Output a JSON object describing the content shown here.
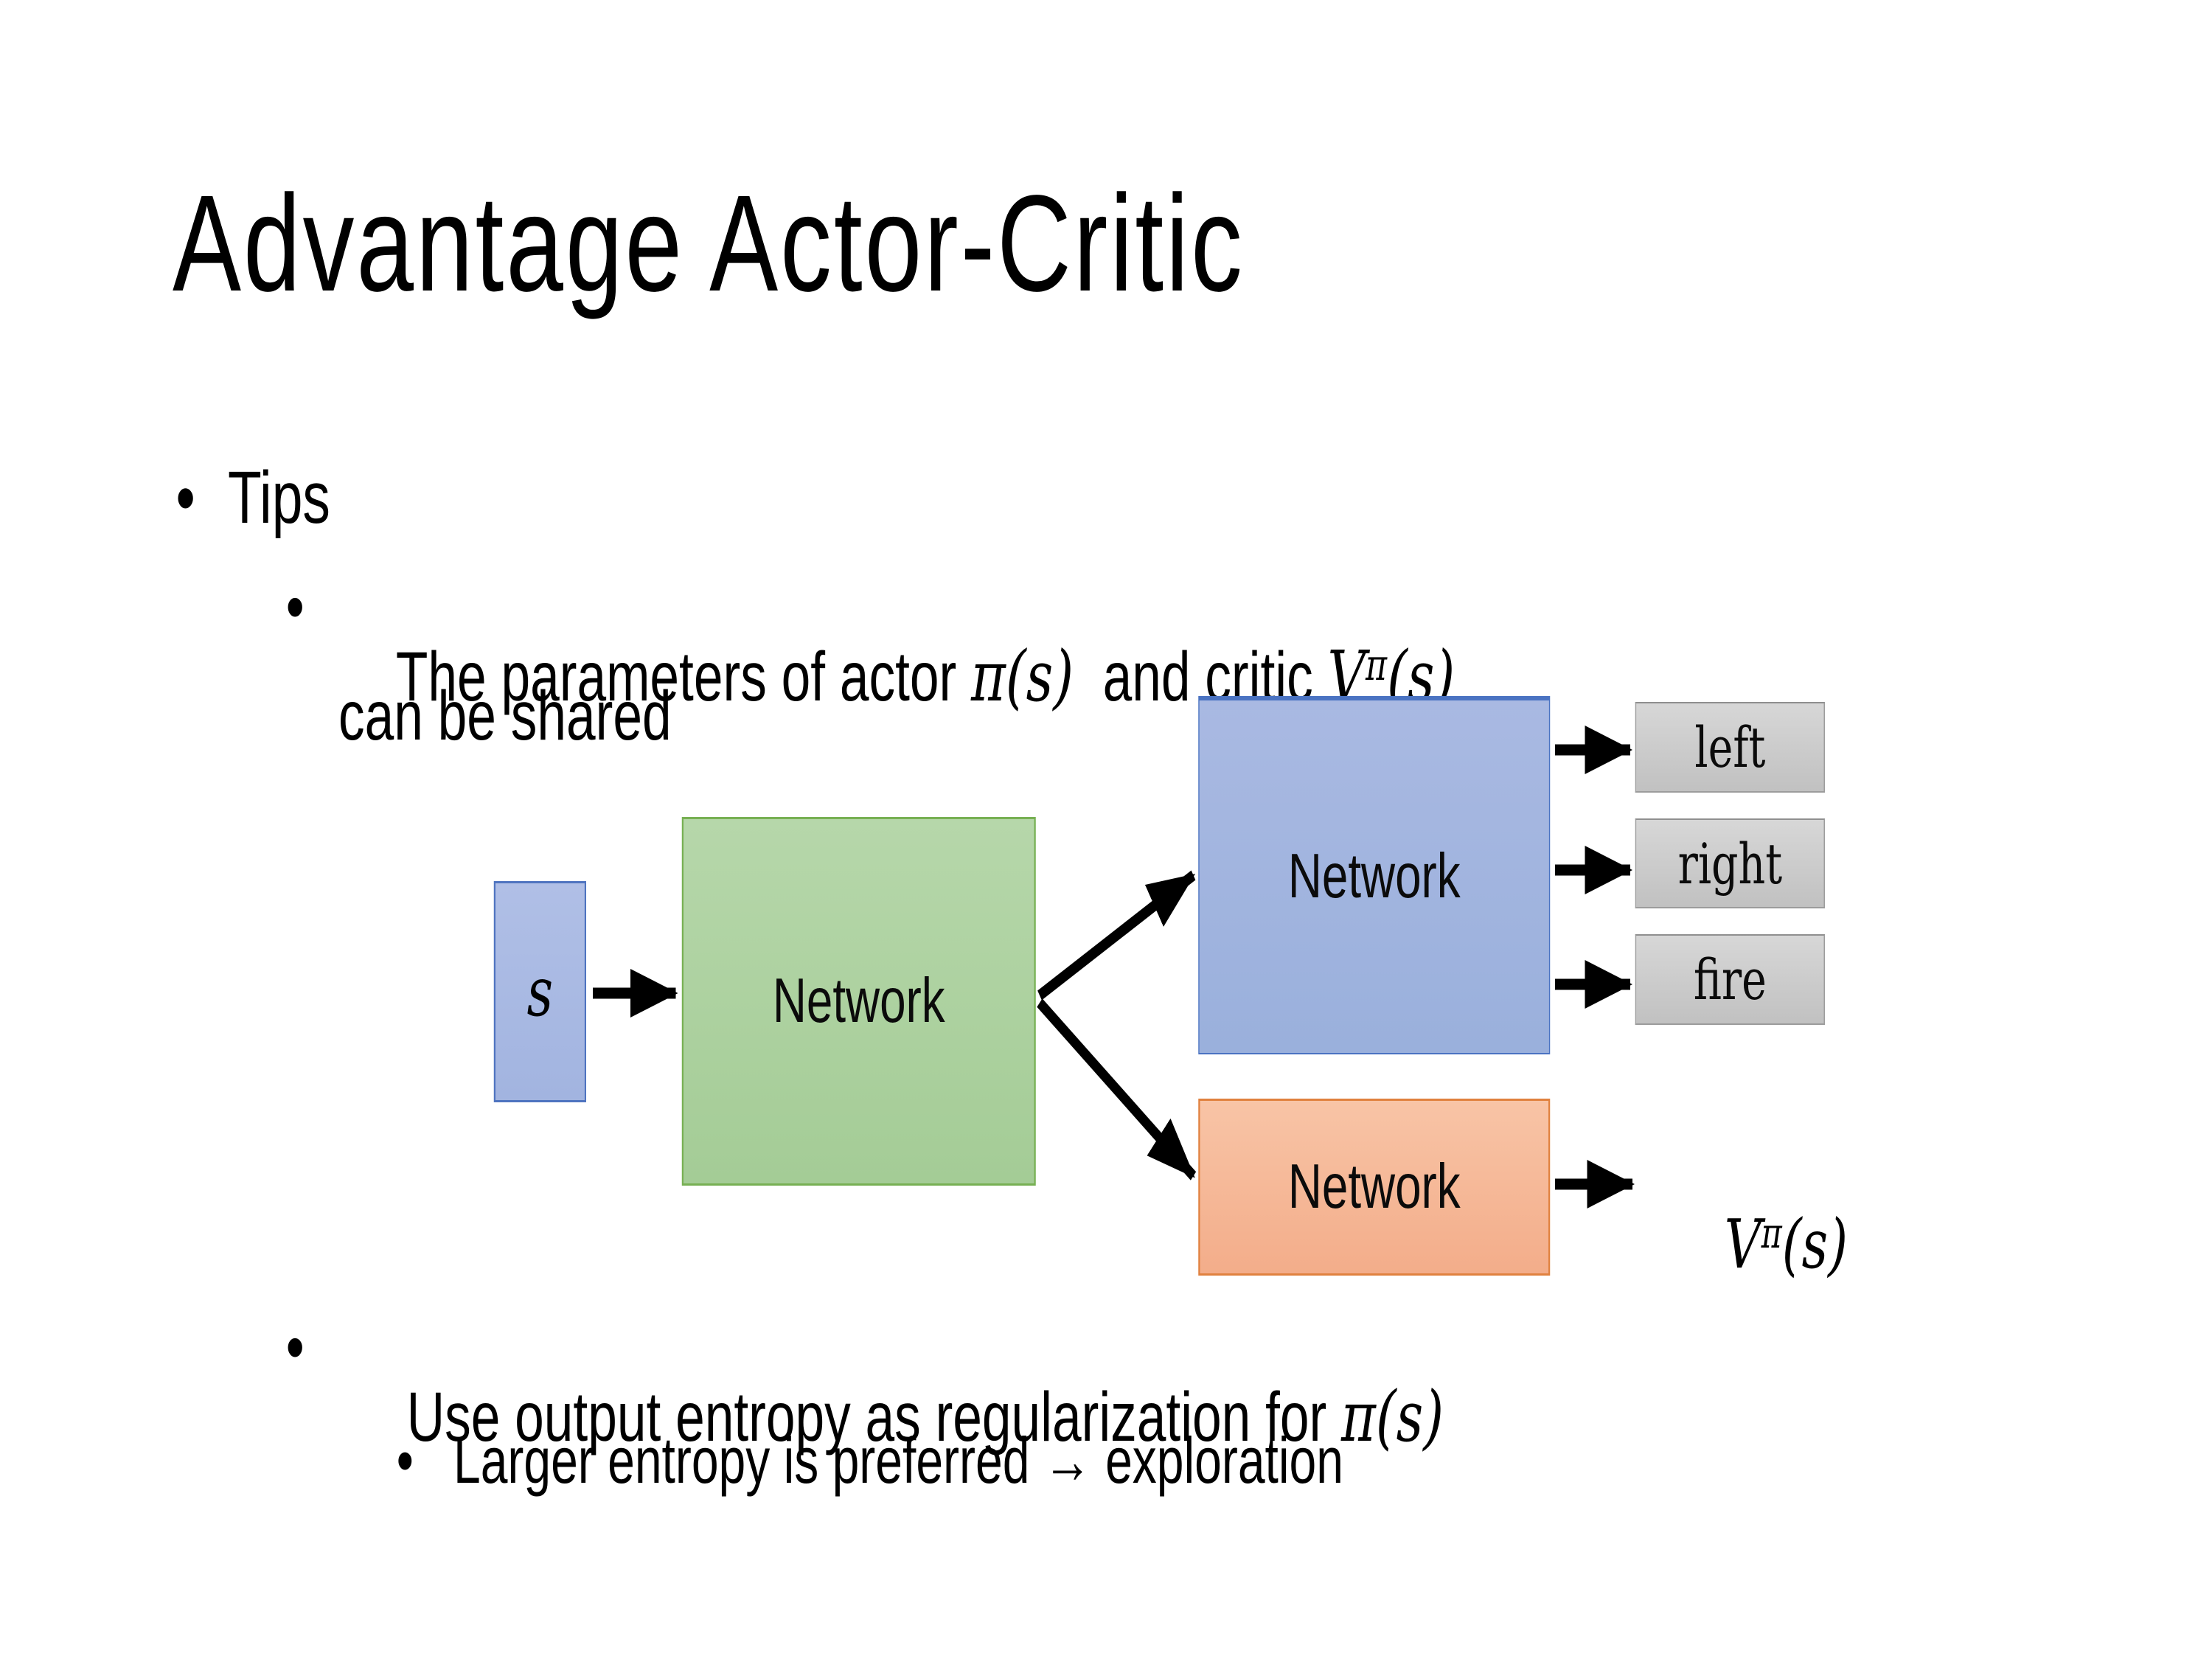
{
  "title": "Advantage Actor-Critic",
  "bullet_char": "•",
  "tips": {
    "label": "Tips"
  },
  "shared_tip": {
    "pre": "The parameters of actor ",
    "actor_math": "π(s)",
    "mid": "  and critic ",
    "critic_base": "V",
    "critic_sup": "π",
    "critic_args": "(s)",
    "line2": "can be shared"
  },
  "entropy_tip": {
    "pre": "Use output entropy as regularization for ",
    "math": "π(s)"
  },
  "exploration_tip": {
    "label": "Larger entropy is preferred → exploration"
  },
  "diagram": {
    "state_label": "s",
    "shared_network_label": "Network",
    "actor_network_label": "Network",
    "critic_network_label": "Network",
    "actions": [
      "left",
      "right",
      "fire"
    ],
    "critic_output": {
      "base": "V",
      "sup": "π",
      "args": "(s)"
    }
  },
  "colors": {
    "text": "#000000",
    "arrow": "#000000",
    "state-fill-top": "#b0bfe6",
    "state-fill-bottom": "#a2b4e0",
    "state-border": "#4f74c0",
    "shared-fill-top": "#b6d7aa",
    "shared-fill-bottom": "#a4cc96",
    "shared-border": "#77b053",
    "actor-fill-top": "#a9b9e2",
    "actor-fill-bottom": "#9ab0dc",
    "actor-border": "#4a73c2",
    "critic-fill-top": "#f8c4a6",
    "critic-fill-bottom": "#f3ad8a",
    "critic-border": "#e0813f",
    "action-fill-top": "#d7d7d7",
    "action-fill-bottom": "#c1c1c1",
    "action-border": "#9c9c9c"
  }
}
